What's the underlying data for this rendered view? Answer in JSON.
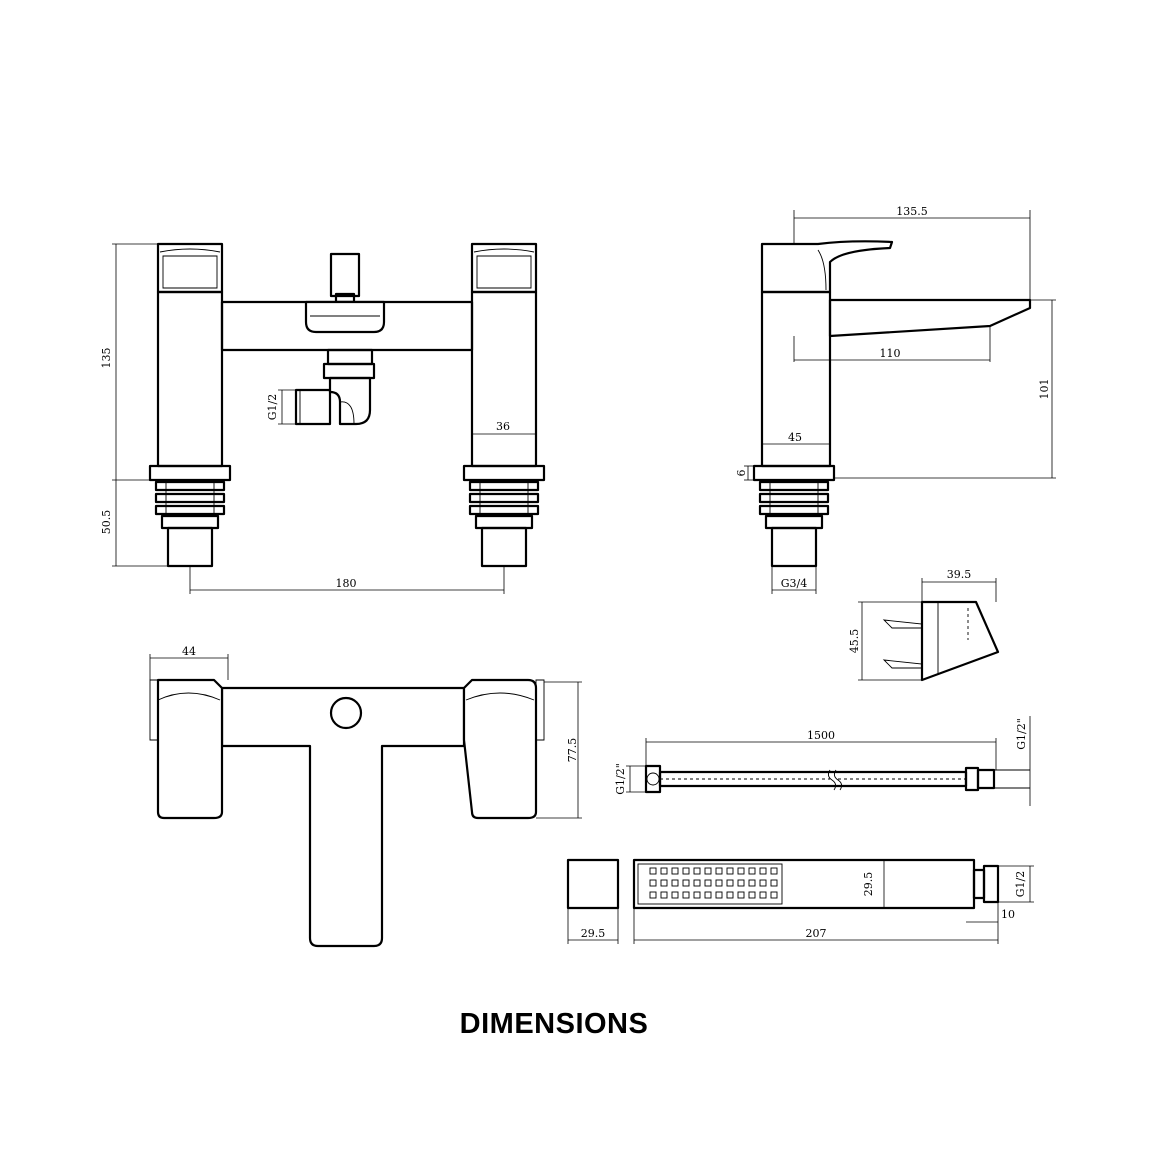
{
  "caption": "DIMENSIONS",
  "front_view": {
    "height_label": "135",
    "base_height_label": "50.5",
    "centres_label": "180",
    "pillar_width_label": "36",
    "diverter_thread_label": "G1/2"
  },
  "side_view": {
    "projection_label": "135.5",
    "spout_reach_label": "110",
    "spout_height_label": "101",
    "body_width_label": "45",
    "flange_label": "6",
    "thread_label": "G3/4"
  },
  "top_view": {
    "handle_width_label": "44",
    "depth_label": "77.5"
  },
  "wall_bracket": {
    "width_label": "39.5",
    "height_label": "45.5"
  },
  "hose": {
    "length_label": "1500",
    "left_thread_label": "G1/2\"",
    "right_thread_label": "G1/2\""
  },
  "handset": {
    "end_width_label": "29.5",
    "height_label": "29.5",
    "length_label": "207",
    "connector_label": "10",
    "thread_label": "G1/2"
  }
}
